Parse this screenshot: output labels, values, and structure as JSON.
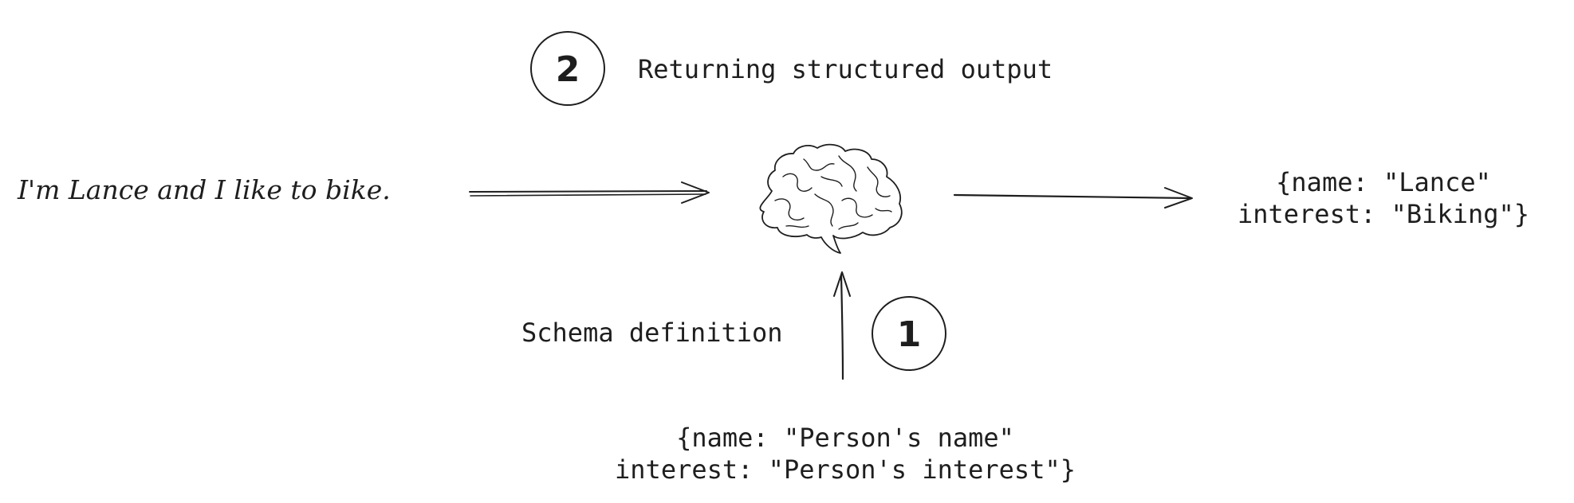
{
  "input_sentence": "I'm Lance and I like to bike.",
  "step_two": {
    "number": "2",
    "label": "Returning structured output"
  },
  "step_one": {
    "number": "1",
    "label": "Schema definition"
  },
  "output": {
    "line1": "{name: \"Lance\"",
    "line2": "interest: \"Biking\"}"
  },
  "schema": {
    "line1": "{name: \"Person's name\"",
    "line2": "interest: \"Person's interest\"}"
  },
  "icons": {
    "model": "brain-icon"
  },
  "colors": {
    "ink": "#1e1e1e",
    "background": "#ffffff"
  }
}
